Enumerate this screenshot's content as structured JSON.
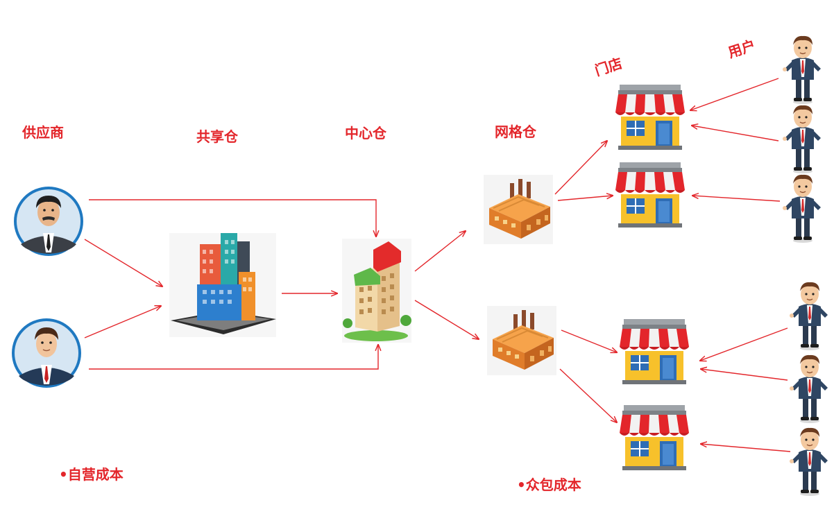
{
  "labels": {
    "supplier": "供应商",
    "shared_warehouse": "共享仓",
    "central_warehouse": "中心仓",
    "grid_warehouse": "网格仓",
    "store": "门店",
    "user": "用户",
    "self_operated_cost": "•自营成本",
    "crowdsourced_cost": "•众包成本"
  },
  "colors": {
    "accent": "#e3262b",
    "arrow": "#e3262b"
  },
  "icons": {
    "supplier": "businessman-avatar-icon",
    "shared_warehouse": "skyscraper-buildings-icon",
    "central_warehouse": "apartment-building-icon",
    "grid_warehouse": "factory-icon",
    "store": "storefront-icon",
    "user": "businessman-standing-icon"
  }
}
